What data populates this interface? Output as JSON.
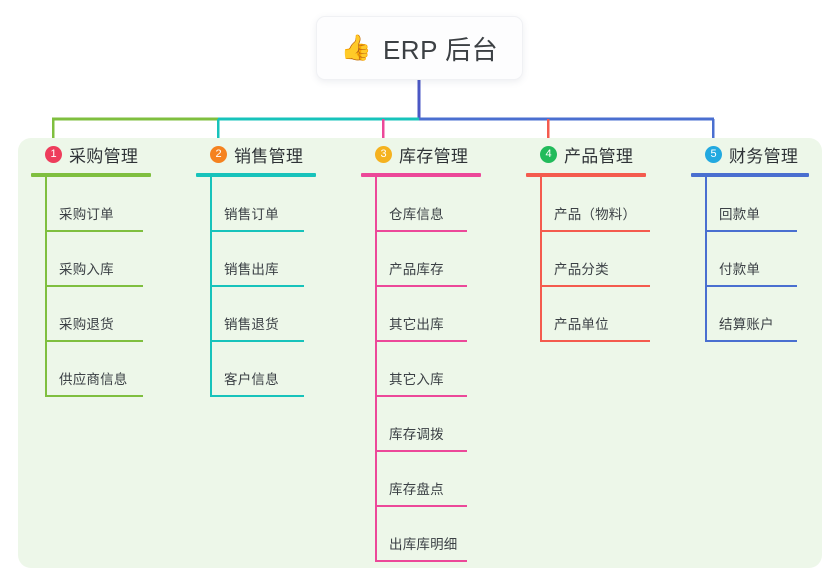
{
  "root": {
    "icon": "thumbs-up-emoji",
    "emoji": "👍",
    "title": "ERP 后台"
  },
  "palette": {
    "panel_bg": "#edf7e9",
    "root_trunk": "#4a57c4",
    "text": "#3b4045"
  },
  "columns": [
    {
      "number": "1",
      "title": "采购管理",
      "color": "#7fbf3f",
      "badge_color": "#ee3d5c",
      "items": [
        {
          "label": "采购订单"
        },
        {
          "label": "采购入库"
        },
        {
          "label": "采购退货"
        },
        {
          "label": "供应商信息"
        }
      ]
    },
    {
      "number": "2",
      "title": "销售管理",
      "color": "#17c3bb",
      "badge_color": "#f5821f",
      "items": [
        {
          "label": "销售订单"
        },
        {
          "label": "销售出库"
        },
        {
          "label": "销售退货"
        },
        {
          "label": "客户信息"
        }
      ]
    },
    {
      "number": "3",
      "title": "库存管理",
      "color": "#ec4899",
      "badge_color": "#f5b21f",
      "items": [
        {
          "label": "仓库信息"
        },
        {
          "label": "产品库存"
        },
        {
          "label": "其它出库"
        },
        {
          "label": "其它入库"
        },
        {
          "label": "库存调拨"
        },
        {
          "label": "库存盘点"
        },
        {
          "label": "出库库明细"
        }
      ]
    },
    {
      "number": "4",
      "title": "产品管理",
      "color": "#f45b4e",
      "badge_color": "#22bb5b",
      "items": [
        {
          "label": "产品（物料）"
        },
        {
          "label": "产品分类"
        },
        {
          "label": "产品单位"
        }
      ]
    },
    {
      "number": "5",
      "title": "财务管理",
      "color": "#4a6fd0",
      "badge_color": "#22a9e0",
      "items": [
        {
          "label": "回款单"
        },
        {
          "label": "付款单"
        },
        {
          "label": "结算账户"
        }
      ]
    }
  ]
}
